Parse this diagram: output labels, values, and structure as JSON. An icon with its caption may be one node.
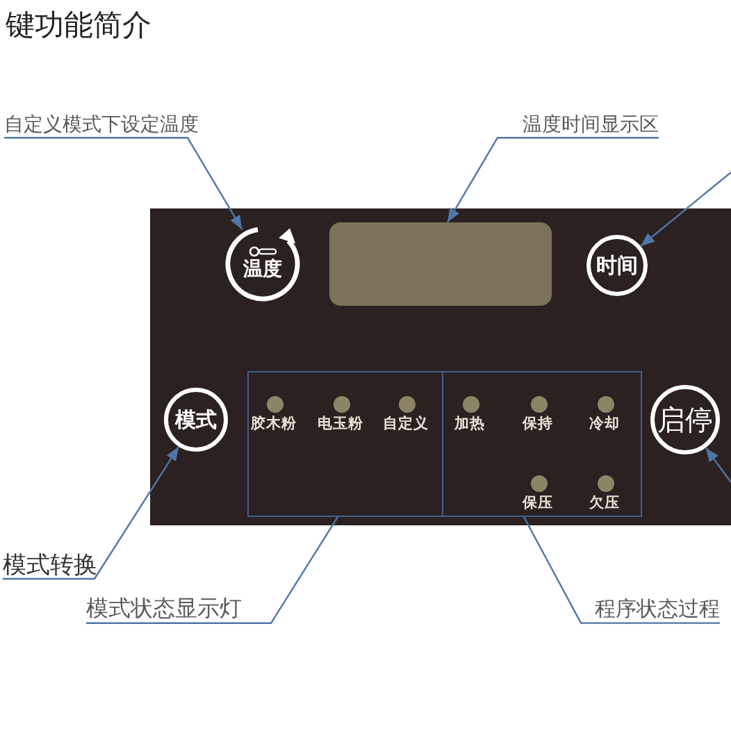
{
  "diagram": {
    "title": "键功能简介",
    "nodes": [
      {
        "text": [
          "自定义模式下设定温度"
        ]
      },
      {
        "text": [
          "温度时间显示区"
        ]
      },
      {
        "text": [],
        "shape": "box"
      },
      {
        "text": [
          "温度"
        ],
        "in": 2
      },
      {
        "text": [],
        "shape": "box",
        "in": 2
      },
      {
        "text": [
          "时间"
        ],
        "in": 2
      },
      {
        "text": [
          "模式"
        ],
        "in": 2
      },
      {
        "text": [],
        "shape": "box",
        "in": 2
      },
      {
        "text": [],
        "shape": "circle",
        "in": 7,
        "beside": [
          "胶木粉"
        ]
      },
      {
        "text": [],
        "shape": "circle",
        "in": 7,
        "beside": [
          "电玉粉"
        ]
      },
      {
        "text": [],
        "shape": "circle",
        "in": 7,
        "beside": [
          "自定义"
        ]
      },
      {
        "text": [],
        "shape": "box",
        "in": 2
      },
      {
        "text": [],
        "shape": "circle",
        "in": 11,
        "beside": [
          "加热"
        ]
      },
      {
        "text": [],
        "shape": "circle",
        "in": 11,
        "beside": [
          "保持"
        ]
      },
      {
        "text": [],
        "shape": "circle",
        "in": 11,
        "beside": [
          "冷却"
        ]
      },
      {
        "text": [],
        "shape": "circle",
        "in": 11,
        "beside": [
          "保压"
        ]
      },
      {
        "text": [],
        "shape": "circle",
        "in": 11,
        "beside": [
          "欠压"
        ]
      },
      {
        "text": [
          "启停"
        ],
        "in": 2
      },
      {
        "text": [
          "模式转换"
        ]
      },
      {
        "text": [
          "模式状态显示灯"
        ]
      },
      {
        "text": [
          "程序状态过程"
        ]
      }
    ],
    "edges": [
      {
        "from": 0,
        "to": 3,
        "arrow": "to"
      },
      {
        "from": 1,
        "to": 4,
        "arrow": "to"
      },
      {
        "from": null,
        "to": 5,
        "arrow": "to"
      },
      {
        "from": 18,
        "to": 6,
        "arrow": "to"
      },
      {
        "from": 19,
        "to": 7,
        "arrow": "none"
      },
      {
        "from": 20,
        "to": 11,
        "arrow": "none"
      },
      {
        "from": null,
        "to": 17,
        "arrow": "to"
      }
    ]
  }
}
